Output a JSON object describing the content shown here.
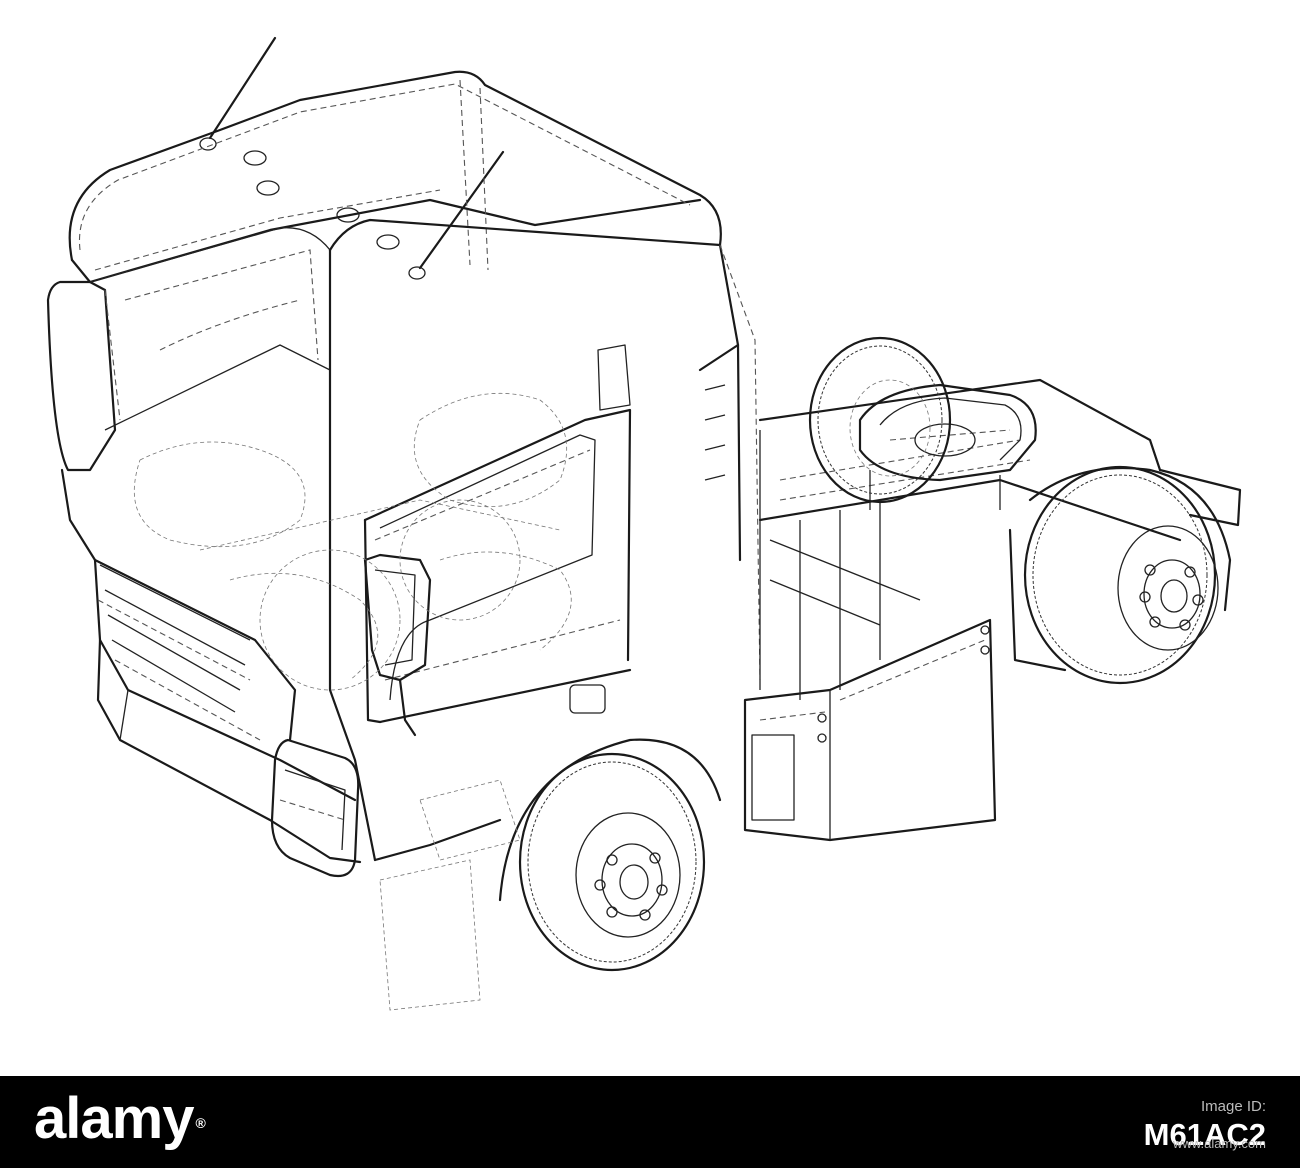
{
  "drawing": {
    "subject": "semi-truck-tractor-wireframe",
    "line_color": "#1a1a1a",
    "background_color": "#ffffff"
  },
  "footer": {
    "brand": "alamy",
    "image_id_caption": "Image ID:",
    "image_id": "M61AC2",
    "url": "www.alamy.com",
    "background_color": "#000000",
    "text_color": "#ffffff"
  }
}
